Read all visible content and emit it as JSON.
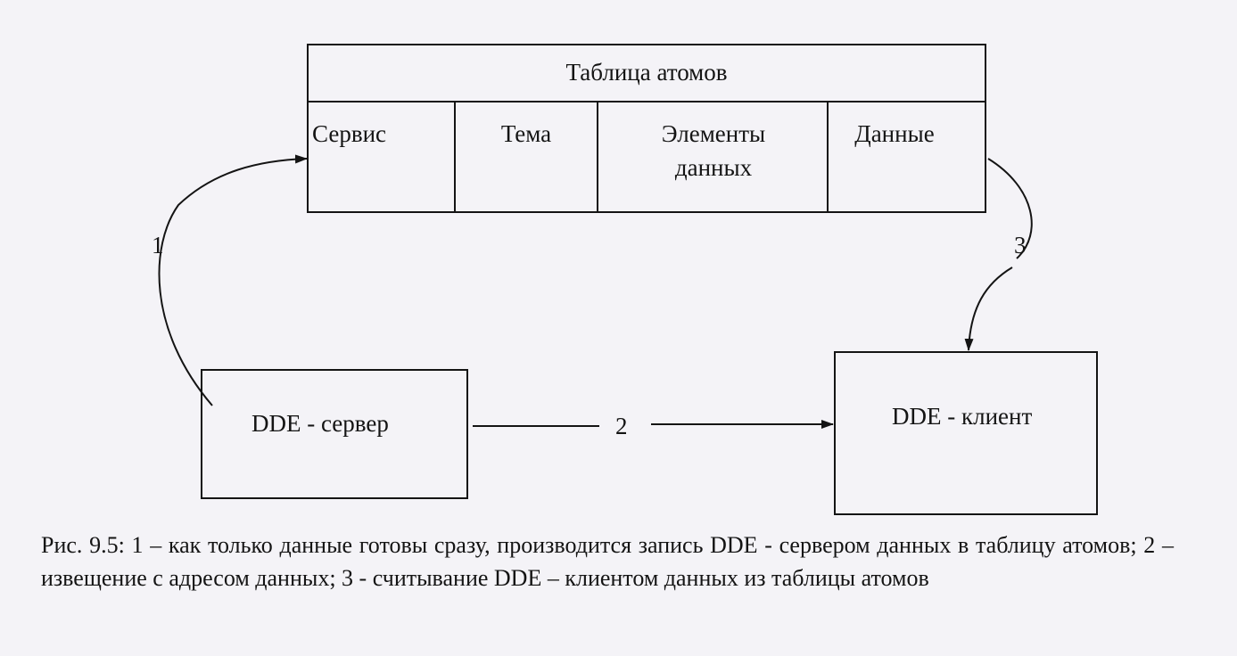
{
  "atom_table": {
    "title": "Таблица атомов",
    "columns": [
      "Сервис",
      "Тема",
      "Элементы данных",
      "Данные"
    ]
  },
  "server": {
    "label": "DDE - сервер"
  },
  "client": {
    "label": "DDE - клиент"
  },
  "arrows": {
    "one": "1",
    "two": "2",
    "three": "3"
  },
  "caption": "Рис. 9.5: 1 – как только данные готовы сразу, производится запись DDE - сервером данных в таблицу атомов; 2 – извещение с адресом данных; 3 - считывание DDE – клиентом данных из таблицы атомов"
}
